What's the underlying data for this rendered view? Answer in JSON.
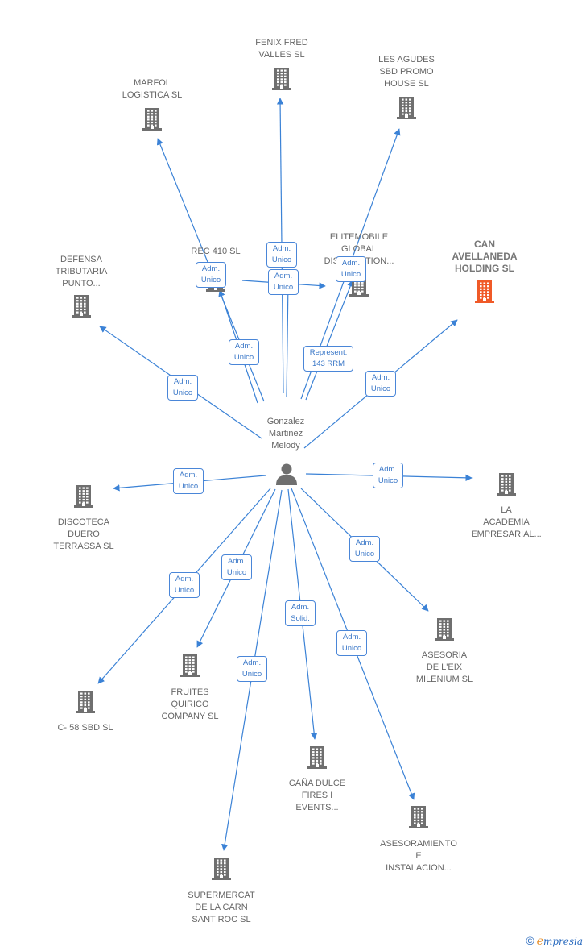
{
  "center": {
    "name": "Gonzalez\nMartinez\nMelody"
  },
  "colors": {
    "edge": "#3b82d6",
    "building": "#6f6f6f",
    "focus_building": "#f05a28",
    "badge_border": "#4a86d8"
  },
  "nodes": [
    {
      "id": "fenix",
      "label": "FENIX FRED\nVALLES  SL",
      "focus": false
    },
    {
      "id": "agudes",
      "label": "LES AGUDES\nSBD PROMO\nHOUSE  SL",
      "focus": false
    },
    {
      "id": "marfol",
      "label": "MARFOL\nLOGISTICA  SL",
      "focus": false
    },
    {
      "id": "rec410",
      "label": "REC 410 SL",
      "focus": false
    },
    {
      "id": "elitemobile",
      "label": "ELITEMOBILE\nGLOBAL\nDISTRIBUTION...",
      "focus": false
    },
    {
      "id": "can",
      "label": "CAN\nAVELLANEDA\nHOLDING  SL",
      "focus": true
    },
    {
      "id": "defensa",
      "label": "DEFENSA\nTRIBUTARIA\nPUNTO...",
      "focus": false
    },
    {
      "id": "discoteca",
      "label": "DISCOTECA\nDUERO\nTERRASSA  SL",
      "focus": false
    },
    {
      "id": "academia",
      "label": "LA\nACADEMIA\nEMPRESARIAL...",
      "focus": false
    },
    {
      "id": "asesoria",
      "label": "ASESORIA\nDE L'EIX\nMILENIUM SL",
      "focus": false
    },
    {
      "id": "fruites",
      "label": "FRUITES\nQUIRICO\nCOMPANY  SL",
      "focus": false
    },
    {
      "id": "c58",
      "label": "C- 58 SBD SL",
      "focus": false
    },
    {
      "id": "cana",
      "label": "CAÑA DULCE\nFIRES I\nEVENTS...",
      "focus": false
    },
    {
      "id": "asesoramiento",
      "label": "ASESORAMIENTO\nE\nINSTALACION...",
      "focus": false
    },
    {
      "id": "supermercat",
      "label": "SUPERMERCAT\nDE LA CARN\nSANT ROC  SL",
      "focus": false
    }
  ],
  "roles": [
    {
      "target": "fenix",
      "label": "Adm.\nUnico"
    },
    {
      "target": "agudes",
      "label": "Adm.\nUnico"
    },
    {
      "target": "marfol",
      "label": "Adm.\nUnico"
    },
    {
      "target": "rec410",
      "label": "Adm.\nUnico"
    },
    {
      "target": "elitemobile",
      "label": "Adm.\nUnico"
    },
    {
      "target": "elitemobile",
      "label": "Represent.\n143 RRM"
    },
    {
      "target": "rec410",
      "label": "Adm.\nUnico"
    },
    {
      "target": "can",
      "label": "Adm.\nUnico"
    },
    {
      "target": "defensa",
      "label": "Adm.\nUnico"
    },
    {
      "target": "discoteca",
      "label": "Adm.\nUnico"
    },
    {
      "target": "academia",
      "label": "Adm.\nUnico"
    },
    {
      "target": "asesoria",
      "label": "Adm.\nUnico"
    },
    {
      "target": "fruites",
      "label": "Adm.\nUnico"
    },
    {
      "target": "c58",
      "label": "Adm.\nUnico"
    },
    {
      "target": "cana",
      "label": "Adm.\nSolid."
    },
    {
      "target": "asesoramiento",
      "label": "Adm.\nUnico"
    },
    {
      "target": "supermercat",
      "label": "Adm.\nUnico"
    }
  ],
  "footer": {
    "copyright": "©",
    "brand_first": "e",
    "brand_rest": "mpresia"
  }
}
